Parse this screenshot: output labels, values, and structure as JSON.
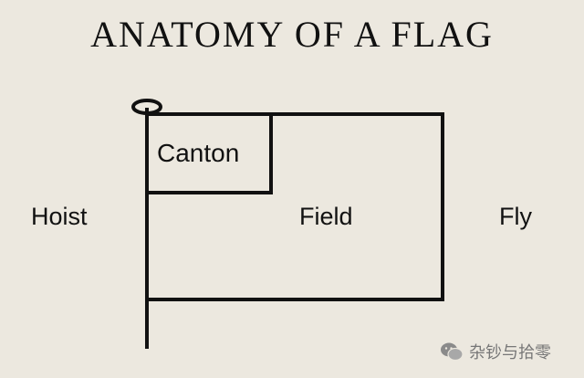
{
  "title": "ANATOMY OF A FLAG",
  "labels": {
    "canton": "Canton",
    "hoist": "Hoist",
    "field": "Field",
    "fly": "Fly"
  },
  "watermark": {
    "text": "杂钞与拾零",
    "icon": "wechat-icon"
  },
  "colors": {
    "background": "#ece8df",
    "ink": "#111111"
  }
}
